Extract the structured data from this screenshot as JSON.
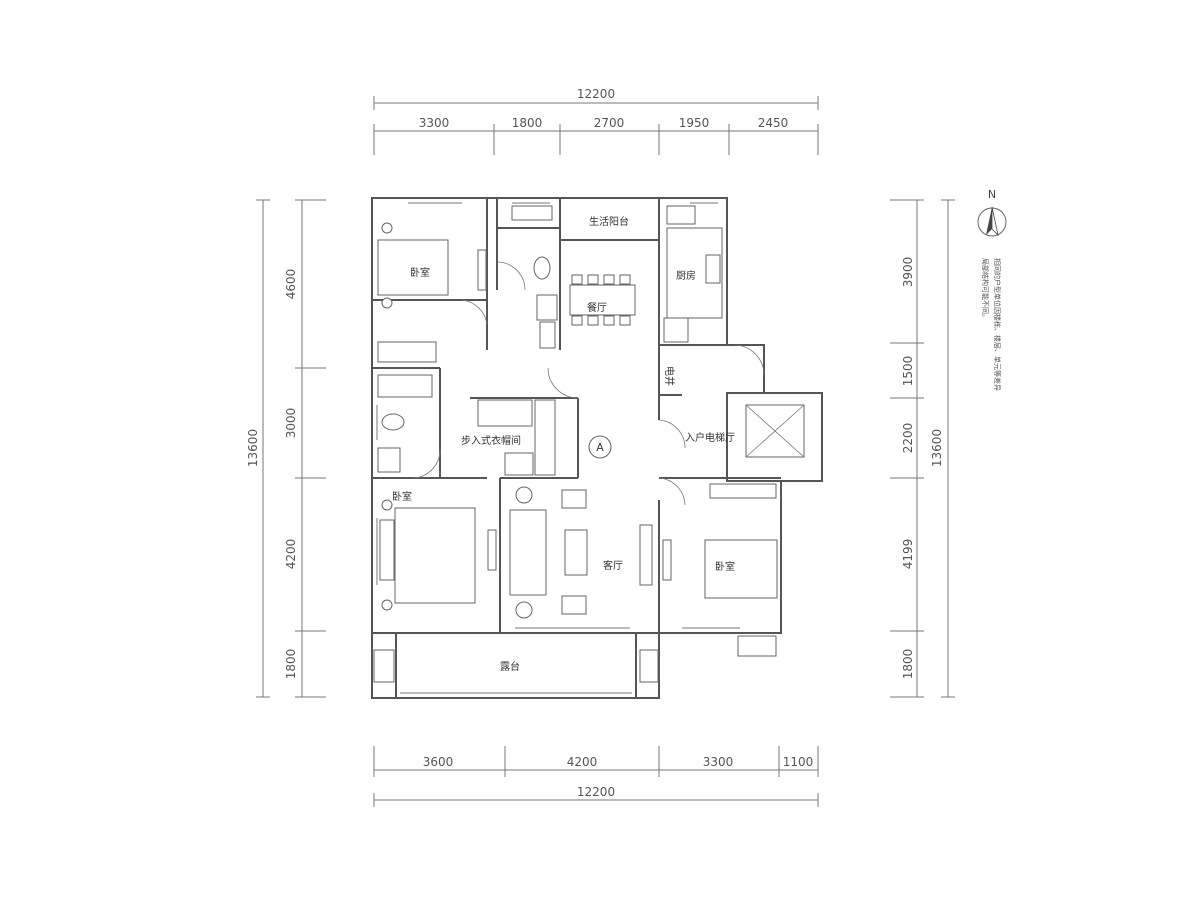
{
  "dimensions": {
    "top_total": "12200",
    "top_segments": [
      "3300",
      "1800",
      "2700",
      "1950",
      "2450"
    ],
    "bottom_segments": [
      "3600",
      "4200",
      "3300",
      "1100"
    ],
    "bottom_total": "12200",
    "left_segments": [
      "4600",
      "3000",
      "4200",
      "1800"
    ],
    "left_total": "13600",
    "right_segments": [
      "3900",
      "1500",
      "2200",
      "4199",
      "1800"
    ],
    "right_total": "13600"
  },
  "rooms": {
    "bedroom_nw": "卧室",
    "utility_balcony": "生活阳台",
    "dining": "餐厅",
    "kitchen": "厨房",
    "elec_shaft": "电井",
    "walkin_closet": "步入式衣帽间",
    "unit_marker": "A",
    "elevator_hall": "入户电梯厅",
    "bedroom_sw": "卧室",
    "living": "客厅",
    "bedroom_se": "卧室",
    "terrace": "露台"
  },
  "north_label": "N",
  "note": [
    "相同的户型单位因楼栋、楼层、单元等差异",
    "局部结构可能不同。"
  ]
}
